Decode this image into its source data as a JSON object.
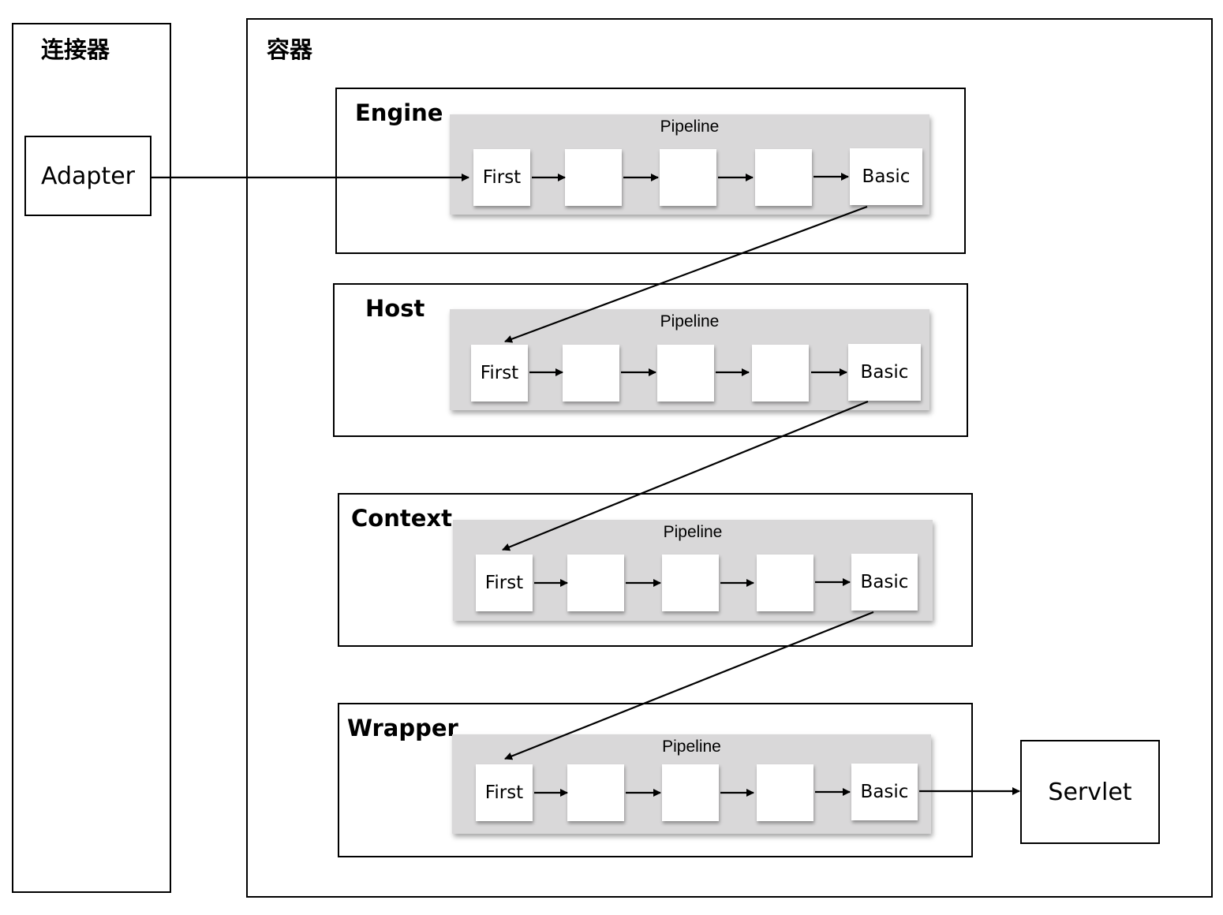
{
  "connector": {
    "title": "连接器",
    "adapter_label": "Adapter"
  },
  "container": {
    "title": "容器"
  },
  "containers": [
    {
      "name": "Engine",
      "pipeline_label": "Pipeline",
      "first_label": "First",
      "basic_label": "Basic"
    },
    {
      "name": "Host",
      "pipeline_label": "Pipeline",
      "first_label": "First",
      "basic_label": "Basic"
    },
    {
      "name": "Context",
      "pipeline_label": "Pipeline",
      "first_label": "First",
      "basic_label": "Basic"
    },
    {
      "name": "Wrapper",
      "pipeline_label": "Pipeline",
      "first_label": "First",
      "basic_label": "Basic"
    }
  ],
  "servlet": {
    "label": "Servlet"
  }
}
